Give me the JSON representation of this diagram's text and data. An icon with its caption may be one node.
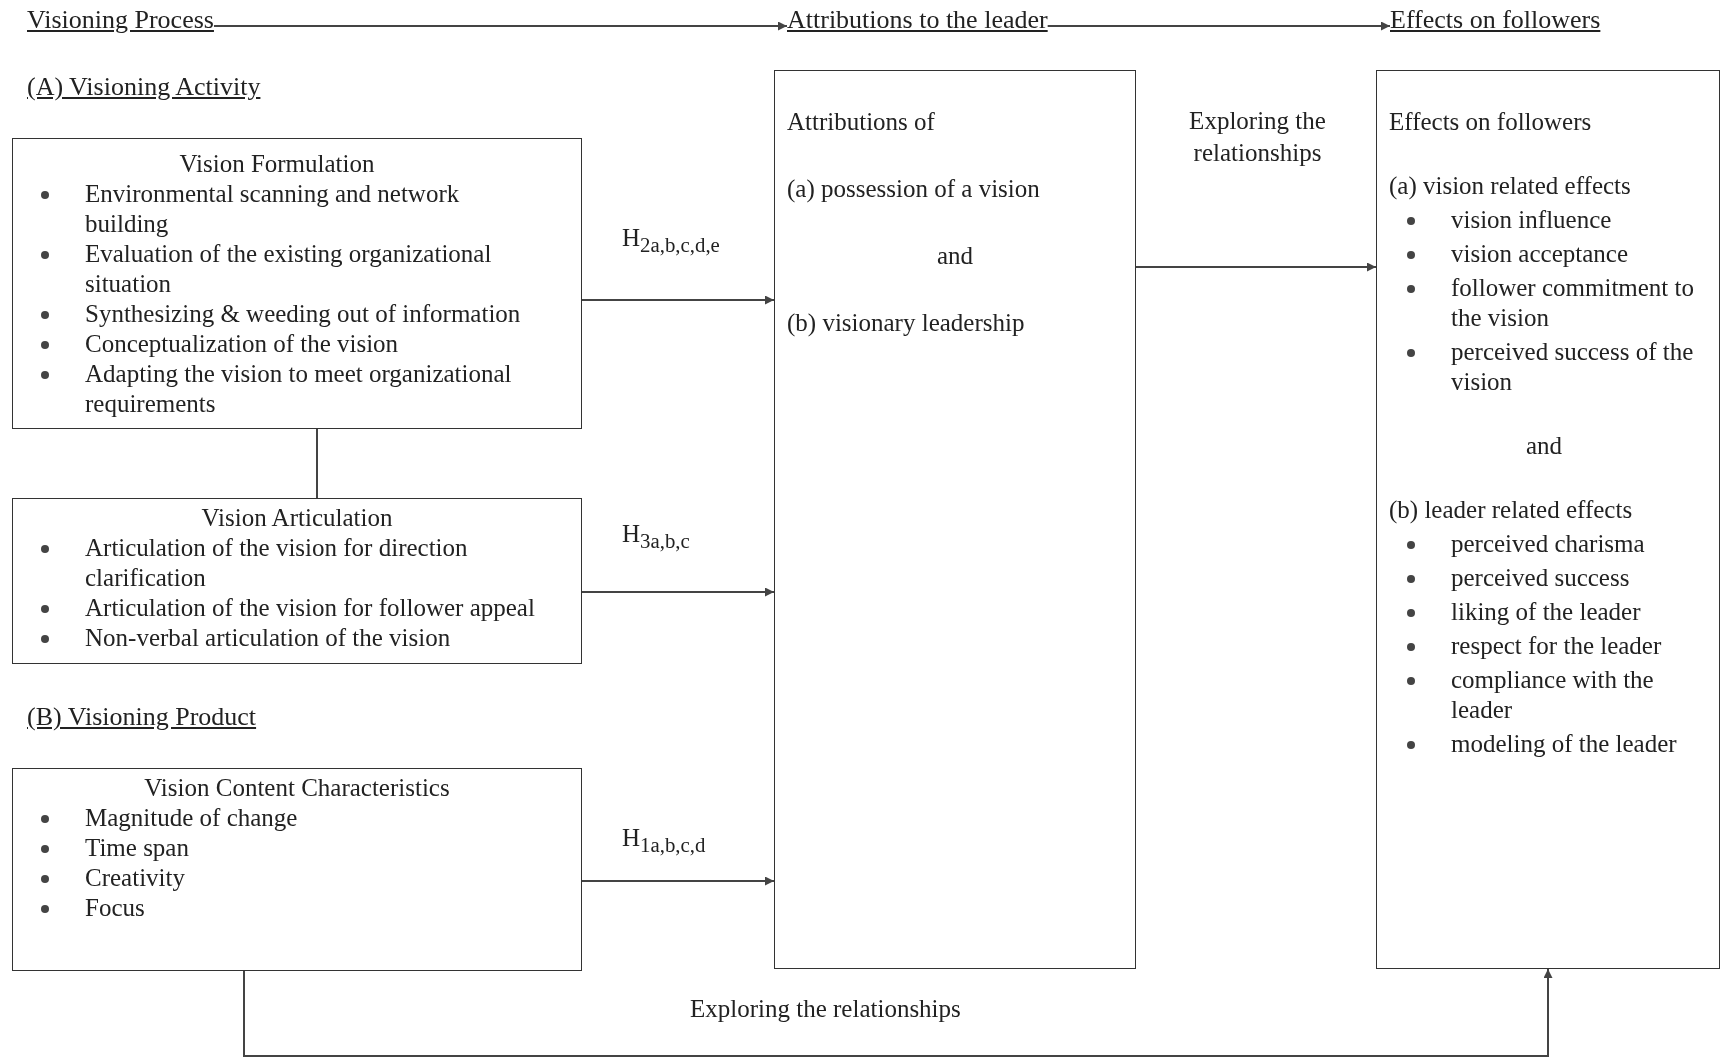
{
  "diagram": {
    "nodes": [
      {
        "text": [
          "Visioning Process"
        ]
      },
      {
        "text": [
          "Attributions to the leader"
        ]
      },
      {
        "text": [
          "Effects on followers"
        ]
      },
      {
        "text": [
          "Vision Formulation",
          "Environmental scanning and network building",
          "Evaluation of the existing organizational situation",
          "Synthesizing & weeding out of information",
          "Conceptualization of the vision",
          "Adapting the vision to meet organizational requirements"
        ]
      },
      {
        "text": [
          "Vision Articulation",
          "Articulation of the vision for direction clarification",
          "Articulation of the vision for follower appeal",
          "Non-verbal articulation of the vision"
        ]
      },
      {
        "text": [
          "Vision Content Characteristics",
          "Magnitude of change",
          "Time span",
          "Creativity",
          "Focus"
        ]
      },
      {
        "text": [
          "Attributions of",
          "(a) possession of a vision",
          "and",
          "(b) visionary leadership"
        ]
      },
      {
        "text": [
          "Effects on followers",
          "(a) vision related effects",
          "vision influence",
          "vision acceptance",
          "follower commitment to the vision",
          "perceived success of the vision",
          "and",
          "(b) leader related effects",
          "perceived charisma",
          "perceived success",
          "liking of the leader",
          "respect for the leader",
          "compliance with the leader",
          "modeling of the leader"
        ]
      }
    ],
    "edges": [
      {
        "from": 0,
        "to": 1,
        "arrow": "to"
      },
      {
        "from": 1,
        "to": 2,
        "arrow": "to"
      },
      {
        "from": 3,
        "to": 4,
        "arrow": "none"
      },
      {
        "from": 3,
        "to": 6,
        "arrow": "to",
        "label": "H$_{2a,b,c,d,e}$"
      },
      {
        "from": 4,
        "to": 6,
        "arrow": "to",
        "label": "H$_{3a,b,c}$"
      },
      {
        "from": 5,
        "to": 6,
        "arrow": "to",
        "label": "H$_{1a,b,c,d}$"
      },
      {
        "from": 6,
        "to": 7,
        "arrow": "to",
        "label": "Exploring the relationships"
      },
      {
        "from": 5,
        "to": 7,
        "arrow": "to",
        "label": "Exploring the relationships"
      }
    ],
    "labels": [
      "(A) Visioning Activity",
      "(B) Visioning Product"
    ]
  }
}
